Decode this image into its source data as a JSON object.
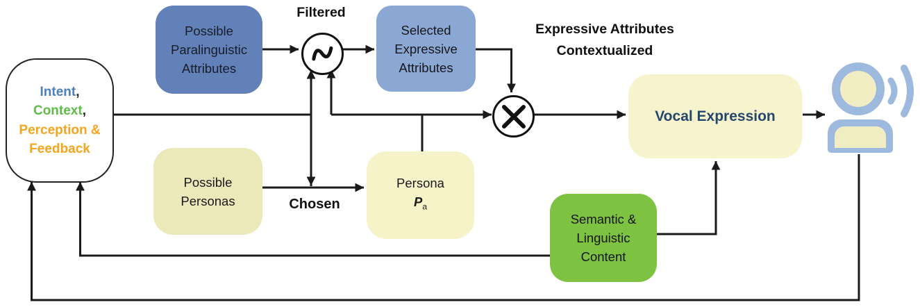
{
  "nodes": {
    "intent": {
      "lines": [
        {
          "text": "Intent",
          "comma": ",",
          "color": "#4d7fbd"
        },
        {
          "text": "Context",
          "comma": ",",
          "color": "#60bc4a"
        },
        {
          "text": "Perception &",
          "comma": "",
          "color": "#f4a51d"
        },
        {
          "text": "Feedback",
          "comma": "",
          "color": "#f4a51d"
        }
      ],
      "fill": "#ffffff",
      "border": "#222222"
    },
    "paralinguistic": {
      "lines": [
        "Possible",
        "Paralinguistic",
        "Attributes"
      ],
      "fill": "#6181b8",
      "text_color": "#181d29"
    },
    "selected": {
      "lines": [
        "Selected",
        "Expressive",
        "Attributes"
      ],
      "fill": "#8ba7d3",
      "text_color": "#15171d"
    },
    "personas": {
      "lines": [
        "Possible",
        "Personas"
      ],
      "fill": "#ebe8ba",
      "text_color": "#1a1a1a"
    },
    "persona": {
      "line1": "Persona",
      "symbol": "P",
      "subscript": "a",
      "fill": "#f6f3c9",
      "text_color": "#1a1a1a"
    },
    "semantic": {
      "lines": [
        "Semantic &",
        "Linguistic",
        "Content"
      ],
      "fill": "#7ec241",
      "text_color": "#141414"
    },
    "vocal": {
      "label": "Vocal Expression",
      "fill": "#f7f4cd",
      "text_color": "#24476e"
    }
  },
  "labels": {
    "filtered": "Filtered",
    "chosen": "Chosen",
    "contextualized_line1": "Expressive Attributes",
    "contextualized_line2": "Contextualized"
  },
  "icons": {
    "filter": "sine-wave-filter-icon",
    "multiplier": "multiply-junction-icon",
    "listener": "speaking-person-icon"
  },
  "connector_color": "#1a1a1a",
  "person_icon": {
    "outline_color": "#9db9de",
    "fill_color": "#f0edc2"
  }
}
